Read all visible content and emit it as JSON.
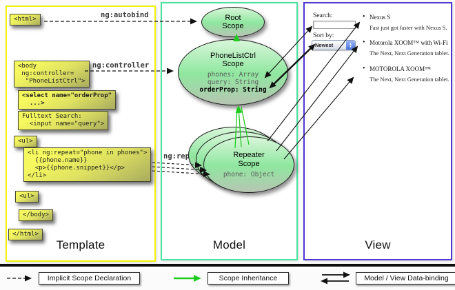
{
  "panels": {
    "template": {
      "label": "Template",
      "border_color": "#f2f20a"
    },
    "model": {
      "label": "Model",
      "border_color": "#4ae2a2"
    },
    "view": {
      "label": "View",
      "border_color": "#4f38d4"
    }
  },
  "annotations": {
    "autobind": "ng:autobind",
    "controller": "ng:controller",
    "repeat": "ng:repeat"
  },
  "template_code_boxes": [
    {
      "name": "html-open",
      "lines": [
        "<html>"
      ]
    },
    {
      "name": "body-open",
      "lines": [
        "<body",
        " ng:controller=",
        "  \"PhoneListCtrl\">"
      ]
    },
    {
      "name": "select",
      "lines": [
        "<select name=\"orderProp\"",
        "  ...>"
      ]
    },
    {
      "name": "fulltext",
      "lines": [
        "Fulltext Search:",
        "  <input name=\"query\">"
      ]
    },
    {
      "name": "ul-1",
      "lines": [
        "<ul>"
      ]
    },
    {
      "name": "li-repeat",
      "lines": [
        "<li ng:repeat=\"phone in phones\">",
        "  {{phone.name}}",
        "  <p>{{phone.snippet}}</p>",
        "</li>"
      ]
    },
    {
      "name": "ul-2",
      "lines": [
        "<ul>"
      ]
    },
    {
      "name": "body-close",
      "lines": [
        "</body>"
      ]
    },
    {
      "name": "html-close",
      "lines": [
        "</html>"
      ]
    }
  ],
  "scopes": {
    "root": {
      "title1": "Root",
      "title2": "Scope"
    },
    "phonelist": {
      "title1": "PhoneListCtrl",
      "title2": "Scope",
      "props": [
        {
          "text": "phones: Array"
        },
        {
          "text": "query: String"
        },
        {
          "text": "orderProp: String"
        }
      ]
    },
    "repeater": {
      "title1": "Repeater",
      "title2": "Scope",
      "props": [
        {
          "text": "phone: Object"
        }
      ]
    }
  },
  "view": {
    "search_label": "Search:",
    "search_value": "",
    "sort_label": "Sort by:",
    "sort_value": "Newest",
    "items": [
      {
        "title": "Nexus S",
        "desc": "Fast just got faster with Nexus S."
      },
      {
        "title": "Motorola XOOM™  with Wi-Fi",
        "desc": "The Next, Next Generation tablet."
      },
      {
        "title": "MOTOROLA XOOM™",
        "desc": "The Next, Next Generation tablet."
      }
    ]
  },
  "legend": [
    {
      "label": "Implicit Scope Declaration",
      "arrow": "dashed-black"
    },
    {
      "label": "Scope Inheritance",
      "arrow": "solid-green"
    },
    {
      "label": "Model / View Data-binding",
      "arrow": "double-black"
    }
  ],
  "colors": {
    "inheritance_green": "#1ecb1e",
    "arrow_black": "#111111",
    "code_box_yellow": "#f5f75e",
    "scope_green": "#8fe79f"
  }
}
